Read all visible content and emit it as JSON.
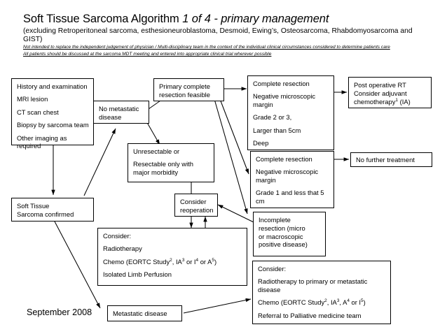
{
  "header": {
    "title_main": "Soft Tissue Sarcoma Algorithm ",
    "title_italic": "1 of 4 - primary management",
    "subtitle": "(excluding Retroperitoneal sarcoma, esthesioneuroblastoma, Desmoid, Ewing’s, Osteosarcoma, Rhabdomyosarcoma and GIST)",
    "disclaimer_1": "Not intended to replace the independent judgement of physician / Multi-disciplinary team in the context of the individual clinical circumstances considered to determine patients care",
    "disclaimer_2": "All patients should be discussed at the sarcoma MDT meeting and entered into appropriate clinical trial wherever possible"
  },
  "nodes": {
    "workup": {
      "lines": [
        "History and examination",
        "MRI lesion",
        "CT scan chest",
        "Biopsy by sarcoma team",
        "Other imaging as required"
      ]
    },
    "confirmed": {
      "lines": [
        "Soft Tissue",
        "Sarcoma confirmed"
      ]
    },
    "no_mets": {
      "lines": [
        "No metastatic",
        "disease"
      ]
    },
    "primary_resection": {
      "lines": [
        "Primary complete",
        "resection feasible"
      ]
    },
    "unresectable": {
      "lines": [
        "Unresectable or",
        "Resectable only with major morbidity"
      ]
    },
    "complete_high_grade": {
      "lines": [
        "Complete resection",
        "Negative microscopic margin",
        "Grade 2 or 3,",
        "Larger than 5cm",
        "Deep"
      ]
    },
    "complete_low_grade": {
      "lines": [
        "Complete resection",
        "Negative microscopic margin",
        "Grade 1 and less that 5 cm"
      ]
    },
    "incomplete": {
      "lines": [
        "Incomplete",
        "resection (micro",
        "or macroscopic",
        "positive disease)"
      ]
    },
    "post_op_rt": {
      "lines": [
        "Post operative RT",
        "Consider adjuvant",
        "chemotherapy"
      ],
      "sup": "1",
      "suffix": " (IA)"
    },
    "no_further": {
      "lines": [
        "No further treatment"
      ]
    },
    "consider_reoperation": {
      "lines": [
        "Consider",
        "reoperation"
      ]
    },
    "consider_local": {
      "heading": "Consider:",
      "radiotherapy": "Radiotherapy",
      "chemo_prefix": "Chemo (EORTC Study",
      "chemo_sup1": "2",
      "chemo_mid1": ", IA",
      "chemo_sup2": "3",
      "chemo_mid2": " or I",
      "chemo_sup3": "4",
      "chemo_mid3": " or A",
      "chemo_sup4": "5",
      "chemo_suffix": ")",
      "ilp": "Isolated Limb Perfusion"
    },
    "consider_metastatic": {
      "heading": "Consider:",
      "radiotherapy": "Radiotherapy to primary or metastatic disease",
      "chemo_prefix": "Chemo (EORTC Study",
      "chemo_sup1": "2",
      "chemo_mid1": ", IA",
      "chemo_sup2": "3",
      "chemo_mid2": ", A",
      "chemo_sup3": "4",
      "chemo_mid3": " or I",
      "chemo_sup4": "5",
      "chemo_suffix": ")",
      "referral": "Referral to Palliative medicine team"
    },
    "metastatic_disease": {
      "lines": [
        "Metastatic disease"
      ]
    }
  },
  "footer": {
    "date": "September 2008"
  },
  "colors": {
    "background": "#ffffff",
    "text": "#000000",
    "border": "#000000",
    "arrow": "#000000"
  }
}
